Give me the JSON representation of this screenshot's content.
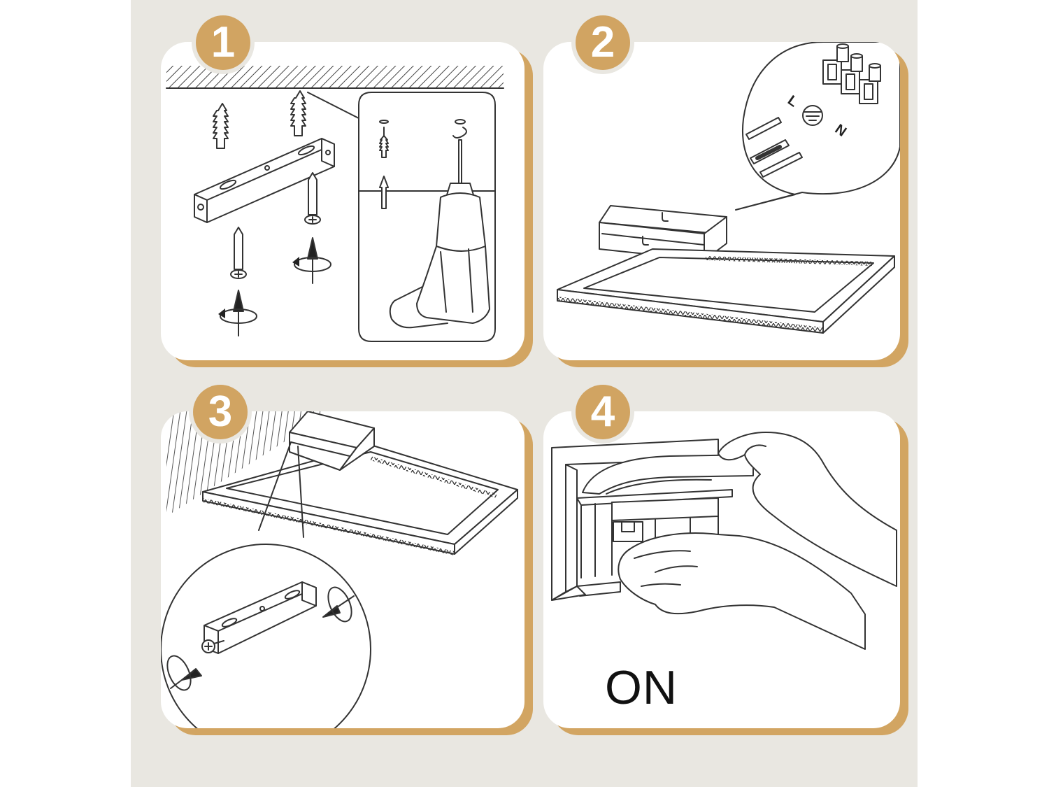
{
  "steps": [
    {
      "number": "1",
      "icon": "drill-mount-bracket-icon"
    },
    {
      "number": "2",
      "icon": "wiring-connection-icon"
    },
    {
      "number": "3",
      "icon": "attach-panel-to-bracket-icon"
    },
    {
      "number": "4",
      "icon": "insert-panel-icon"
    }
  ],
  "final_label": "ON",
  "wiring_labels": {
    "live": "L",
    "neutral": "N"
  },
  "colors": {
    "background": "#e9e7e1",
    "accent": "#d1a462",
    "panel": "#ffffff",
    "line": "#333333"
  }
}
